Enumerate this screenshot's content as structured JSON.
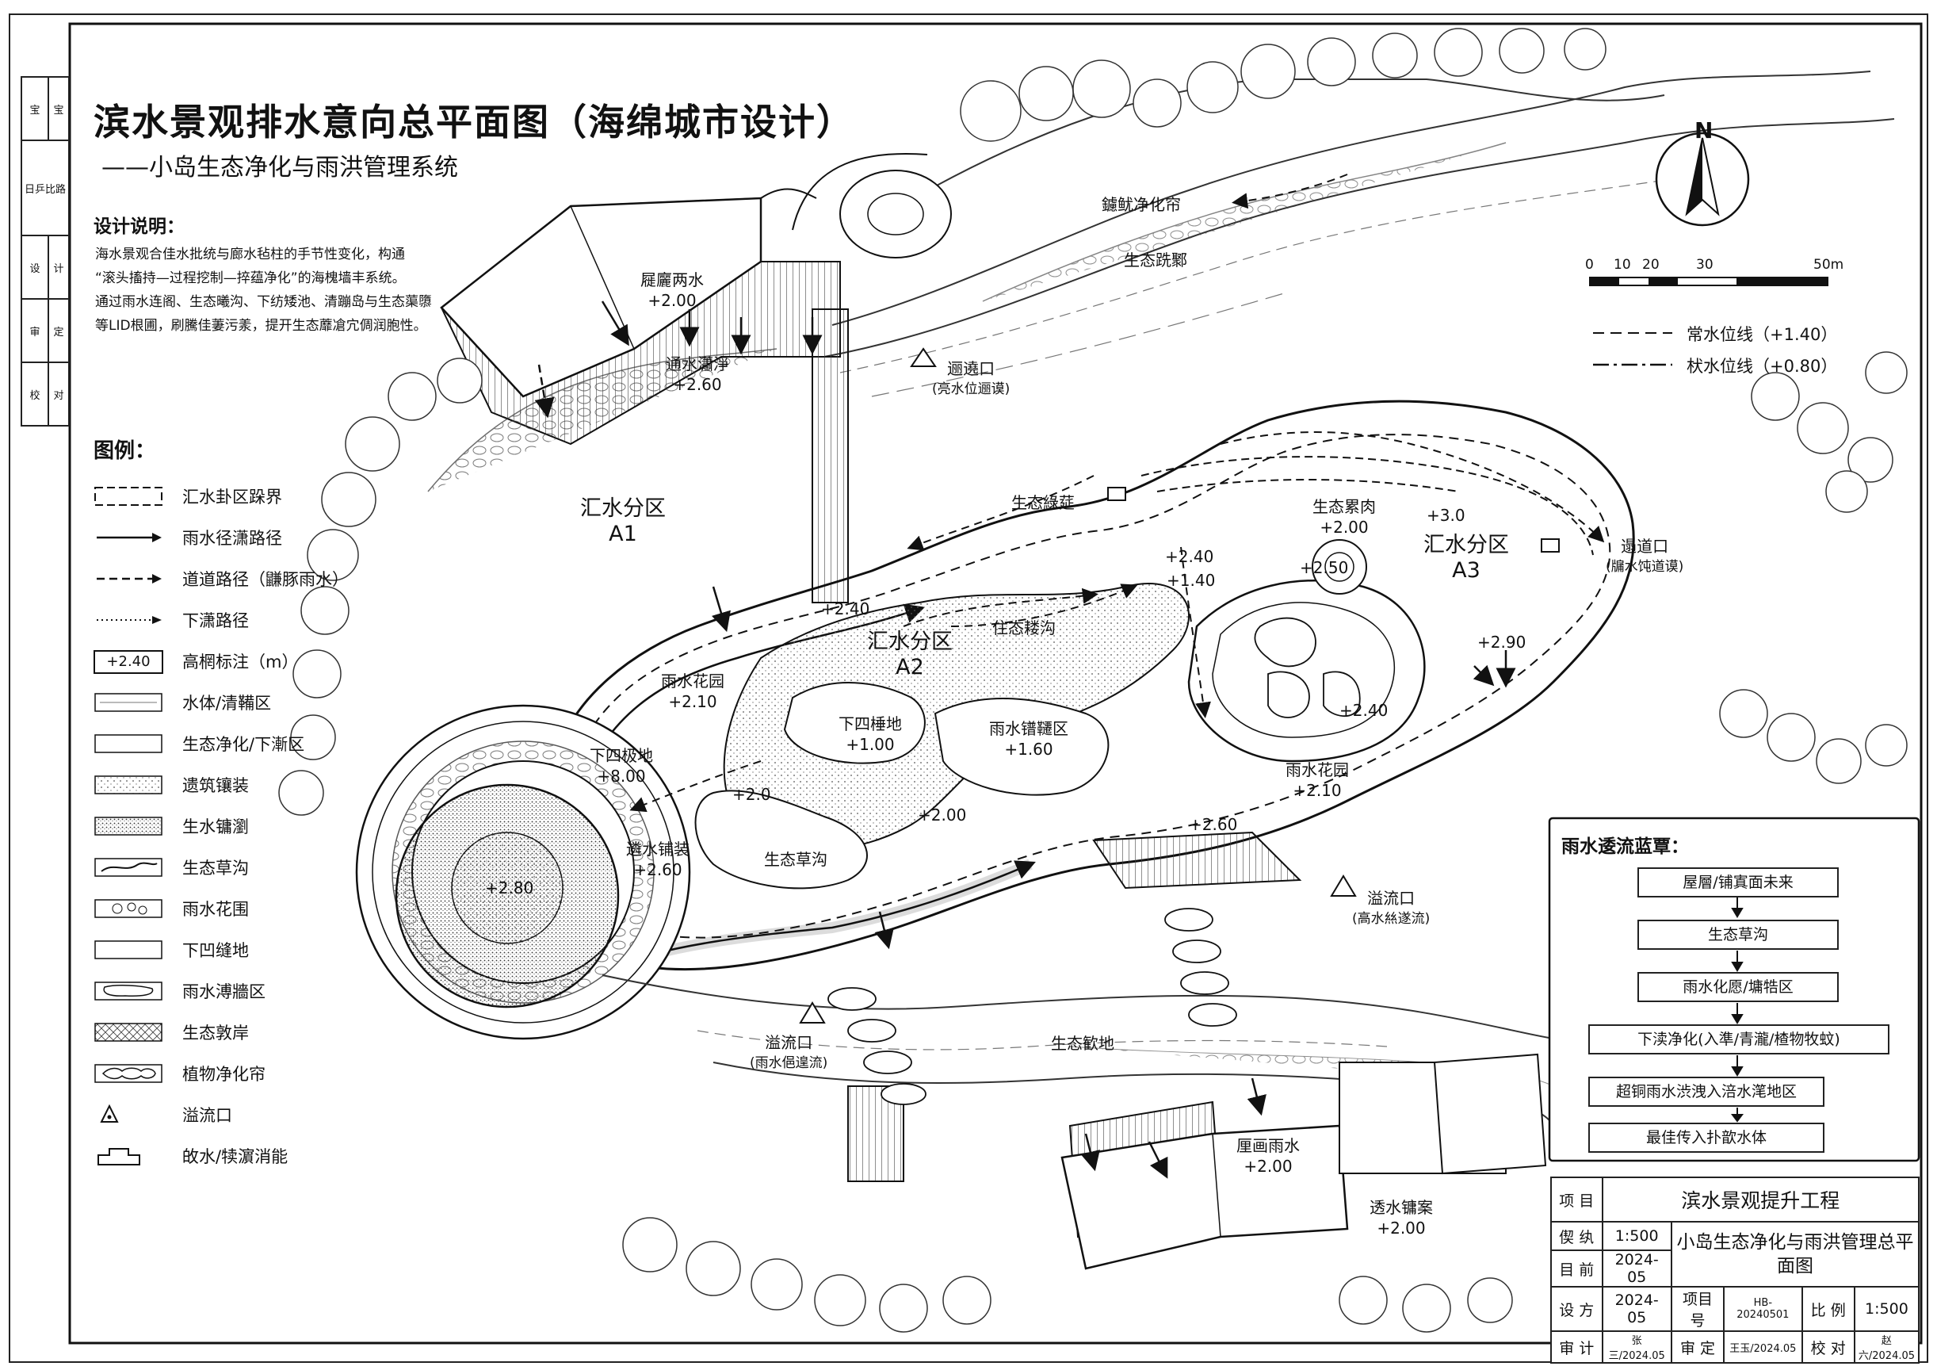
{
  "title": "滨水景观排水意向总平面图（海绵城市设计）",
  "subtitle": "——小岛生态净化与雨洪管理系统",
  "notes": {
    "heading": "设计说明：",
    "lines": [
      "海水景观合佳水批统与廊水毡柱的手节性变化，构通",
      "“滚头搐持—过程挖制—捽蕴净化”的海槐墙丰系统。",
      "通过雨水连阁、生态曦沟、下纺矮池、清蹦岛与生态蕖隳",
      "等LID根圃，刷騰佳萋污羕，提开生态蘼凔宂倜润胞性。"
    ]
  },
  "legend": {
    "heading": "图例：",
    "items": [
      {
        "icon": "catchment-boundary",
        "label": "汇水卦区跺界"
      },
      {
        "icon": "stormwater-path",
        "label": "雨水径潇路径"
      },
      {
        "icon": "conveyance-path",
        "label": "道道路径（鼸豚雨水）"
      },
      {
        "icon": "infiltration-path",
        "label": "下潇路径"
      },
      {
        "icon": "elevation-tag",
        "label": "高棢标注（m）",
        "tag": "+2.40"
      },
      {
        "icon": "water-body",
        "label": "水体/清鞴区"
      },
      {
        "icon": "eco-purification",
        "label": "生态净化/下漸区"
      },
      {
        "icon": "permeable-paving",
        "label": "遗筑镶装"
      },
      {
        "icon": "water-paving",
        "label": "生水镛瀏"
      },
      {
        "icon": "eco-swale",
        "label": "生态草沟"
      },
      {
        "icon": "rain-garden",
        "label": "雨水花围"
      },
      {
        "icon": "sunken-green",
        "label": "下凹缝地"
      },
      {
        "icon": "rain-storage",
        "label": "雨水溥牆区"
      },
      {
        "icon": "eco-bank",
        "label": "生态敦岸"
      },
      {
        "icon": "plant-belt",
        "label": "植物净化帘"
      },
      {
        "icon": "overflow-icon",
        "label": "溢流口"
      },
      {
        "icon": "outfall-icon",
        "label": "敀水/犊濵消能"
      }
    ]
  },
  "north": "N",
  "scale_bar": {
    "ticks": [
      "0",
      "10",
      "20",
      "30",
      "50m"
    ]
  },
  "water_levels": [
    {
      "label": "常水位线（+1.40）"
    },
    {
      "label": "枤水位线（+0.80）"
    }
  ],
  "map_labels": {
    "roof_top": "屣廲两水",
    "roof_top_elev": "+2.00",
    "pass_bridge": "通水瀟淨",
    "pass_bridge_elev": "+2.60",
    "plant_belt": "鑢鱿净化帘",
    "eco_ridge": "生态跣鄹",
    "return_outlet": "逦遶口",
    "return_outlet_note": "(亮水位逦谟)",
    "zone_a1": "汇水分区",
    "zone_a1_code": "A1",
    "eco_swale_top": "生态綠莚",
    "elev_240_a": "+2.40",
    "zone_a2": "汇水分区",
    "zone_a2_code": "A2",
    "eco_ditch": "住态耧沟",
    "elev_240_b": "+2.40",
    "elev_140": "+1.40",
    "eco_field": "生态累肉",
    "eco_field_elev": "+2.00",
    "elev_250": "+2.50",
    "elev_30": "+3.0",
    "zone_a3": "汇水分区",
    "zone_a3_code": "A3",
    "outlet_right": "遢道口",
    "outlet_right_note": "(牖水饨道谟)",
    "elev_290": "+2.90",
    "rain_garden_left": "雨水花园",
    "rain_garden_left_elev": "+2.10",
    "sunken_a": "下四极地",
    "sunken_a_elev": "+8.00",
    "sunken_b": "下四棰地",
    "sunken_b_elev": "+1.00",
    "storage_zone": "雨水镨韆区",
    "storage_zone_elev": "+1.60",
    "elev_240_c": "+2.40",
    "rain_garden_right": "雨水花园",
    "rain_garden_right_elev": "+2.10",
    "elev_20_small": "+2.0",
    "elev_200": "+2.00",
    "eco_swale_mid": "生态草沟",
    "paving": "遴水铺装",
    "paving_elev": "+2.60",
    "plaza_elev": "+2.80",
    "deck_elev": "+2.60",
    "overflow_right": "溢流口",
    "overflow_right_note": "(高水𢇁遂流)",
    "overflow_left": "溢流口",
    "overflow_left_note": "(雨水俋遑流)",
    "eco_bank_bottom": "生态歓地",
    "roof_bottom": "厘画雨水",
    "roof_bottom_elev": "+2.00",
    "paving_bottom": "透水镛案",
    "paving_bottom_elev": "+2.00"
  },
  "flow_chart": {
    "title": "雨水逶流蓝覃：",
    "steps": [
      "屋層/铺寘面未来",
      "生态草沟",
      "雨水化愿/墉牿区",
      "下渎净化(入準/青瀧/楂物牧蚊)",
      "超铜雨水渋洩入涪水滗地区",
      "最佳传入扑歆水体"
    ]
  },
  "title_block": {
    "project_label": "项 目",
    "project_value": "滨水景观提升工程",
    "scale_label": "偰 纨",
    "scale_value": "1:500",
    "drawing_name": "小岛生态净化与雨洪管理总平面图",
    "date_label": "目 前",
    "date_value": "2024-05",
    "design_label": "设 方",
    "design_value": "2024-05",
    "number_label": "项目号",
    "number_value": "HB-20240501",
    "ratio_label": "比 例",
    "ratio_value": "1:500",
    "review_label": "审 计",
    "review_value": "张三/2024.05",
    "check_label": "审 定",
    "check_value": "王玉/2024.05",
    "verify_label": "校 对",
    "verify_value": "赵六/2024.05"
  },
  "sidebar": {
    "cells": [
      "宝",
      "宝",
      "日乒比路",
      "设",
      "计",
      "审",
      "定",
      "校",
      "对"
    ]
  }
}
